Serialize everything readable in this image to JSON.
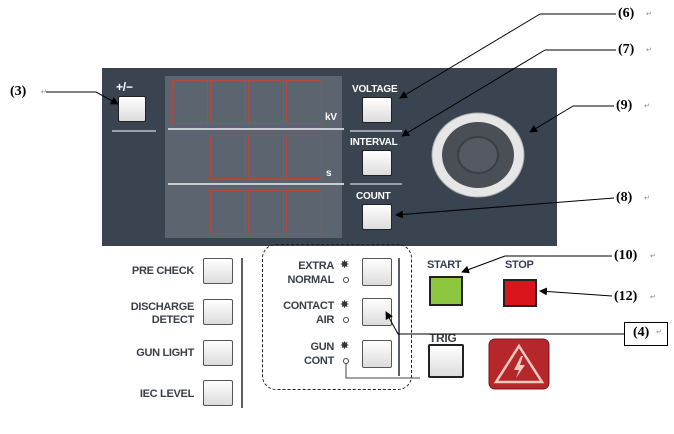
{
  "callouts": {
    "c3": "(3)",
    "c6": "(6)",
    "c7": "(7)",
    "c8": "(8)",
    "c9": "(9)",
    "c10": "(10)",
    "c12": "(12)",
    "c4": "(4)"
  },
  "panel": {
    "plus_minus": "+/−",
    "unit_kv": "kV",
    "unit_s": "s",
    "voltage": "VOLTAGE",
    "interval": "INTERVAL",
    "count": "COUNT"
  },
  "left_labels": {
    "pre_check": "PRE CHECK",
    "discharge_1": "DISCHARGE",
    "discharge_2": "DETECT",
    "gun_light": "GUN LIGHT",
    "iec_level": "IEC LEVEL"
  },
  "mode_group": {
    "extra": "EXTRA",
    "normal": "NORMAL",
    "contact": "CONTACT",
    "air": "AIR",
    "gun": "GUN",
    "cont": "CONT"
  },
  "controls": {
    "start": "START",
    "stop": "STOP",
    "trig": "TRIG"
  },
  "colors": {
    "panel": "#3a4350",
    "segment": "#b5473c",
    "start": "#8dc63f",
    "stop": "#d9141b",
    "hv_warning": "#b5272b"
  }
}
